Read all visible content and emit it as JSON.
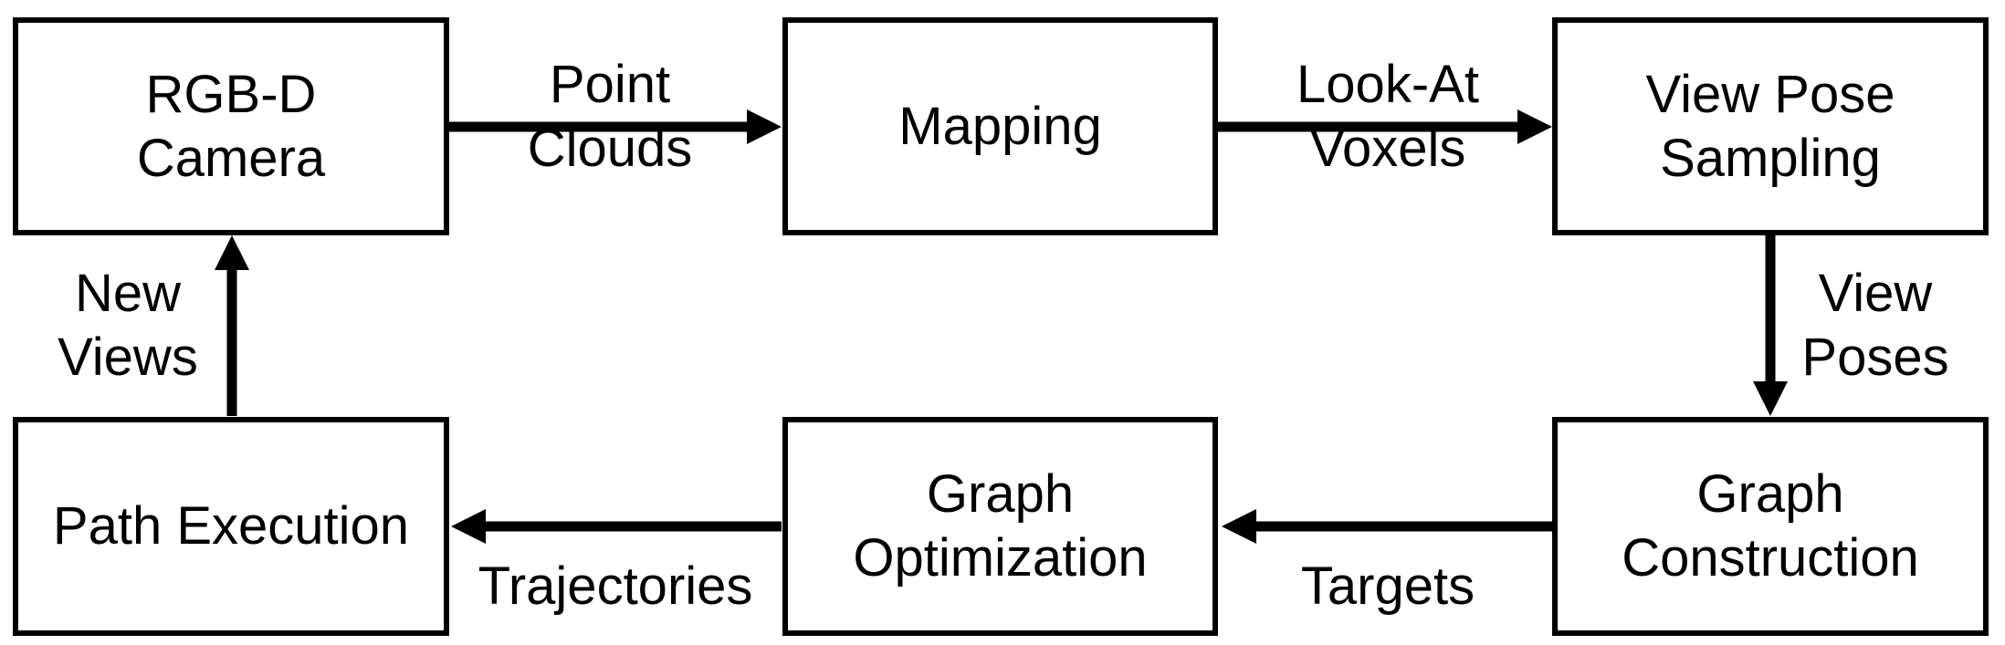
{
  "nodes": {
    "camera": {
      "lines": [
        "RGB-D",
        "Camera"
      ]
    },
    "mapping": {
      "lines": [
        "Mapping"
      ]
    },
    "view_pose_sampling": {
      "lines": [
        "View Pose",
        "Sampling"
      ]
    },
    "graph_construction": {
      "lines": [
        "Graph",
        "Construction"
      ]
    },
    "graph_optimization": {
      "lines": [
        "Graph",
        "Optimization"
      ]
    },
    "path_execution": {
      "lines": [
        "Path Execution"
      ]
    }
  },
  "edges": {
    "camera_to_mapping": {
      "lines": [
        "Point",
        "Clouds"
      ]
    },
    "mapping_to_sampling": {
      "lines": [
        "Look-At",
        "Voxels"
      ]
    },
    "sampling_to_construction": {
      "lines": [
        "View",
        "Poses"
      ]
    },
    "construction_to_optimization": {
      "lines": [
        "Targets"
      ]
    },
    "optimization_to_execution": {
      "lines": [
        "Trajectories"
      ]
    },
    "execution_to_camera": {
      "lines": [
        "New",
        "Views"
      ]
    }
  },
  "colors": {
    "stroke": "#000000",
    "background": "#ffffff"
  }
}
